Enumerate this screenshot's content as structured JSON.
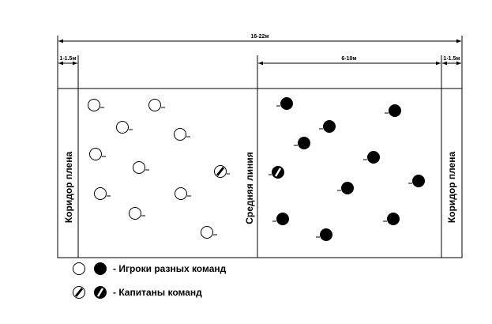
{
  "dimensions": {
    "total_width": "16-22м",
    "corridor_left": "1-1.5м",
    "captive_zone": "6-10м",
    "corridor_right": "1-1.5м"
  },
  "labels": {
    "corridor_left": "Коридор  плена",
    "middle_line": "Средняя линия",
    "corridor_right": "Коридор  плена"
  },
  "legend": {
    "players": "- Игроки разных команд",
    "captains": "- Капитаны команд"
  },
  "colors": {
    "team_white": "#ffffff",
    "team_black": "#000000",
    "line": "#000000"
  }
}
